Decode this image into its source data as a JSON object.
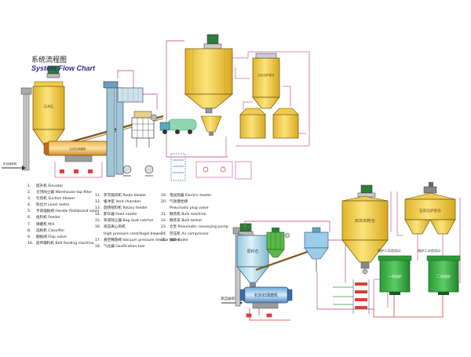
{
  "title_cn": "系统流程图",
  "title_en": "System Flow Chart",
  "legend_col1": [
    {
      "num": "1.",
      "text": "提升机 Elevator"
    },
    {
      "num": "2.",
      "text": "仓顶除尘器 Warehouse top filter"
    },
    {
      "num": "3.",
      "text": "引风机 Suction blower"
    },
    {
      "num": "4.",
      "text": "料位计 Level meter"
    },
    {
      "num": "5.",
      "text": "手动插板阀 Handle flashboard valve"
    },
    {
      "num": "6.",
      "text": "给料机 Feeder"
    },
    {
      "num": "7.",
      "text": "球磨机 Mill"
    },
    {
      "num": "8.",
      "text": "选粉机 Classifier"
    },
    {
      "num": "9.",
      "text": "翻板阀 Flap valve"
    },
    {
      "num": "10.",
      "text": "皮带输料机 Belt feeding machine"
    }
  ],
  "legend_col2": [
    {
      "num": "11.",
      "text": "罗茨鼓风机 Roots blower"
    },
    {
      "num": "12.",
      "text": "缓冲室 Vent chamber"
    },
    {
      "num": "13.",
      "text": "旋转给料机 Rotary feeder"
    },
    {
      "num": "14.",
      "text": "卸灰器 Feed nozzle"
    },
    {
      "num": "15.",
      "text": "布袋除尘器 Bag dust catcher"
    },
    {
      "num": "16.",
      "text": "高压离心风机"
    },
    {
      "num": "",
      "text": "High pressure centrifugal blower"
    },
    {
      "num": "17.",
      "text": "真空释放阀 Vacuum pressure release valve"
    },
    {
      "num": "18.",
      "text": "气化器 Gasification tool"
    }
  ],
  "legend_col3": [
    {
      "num": "19.",
      "text": "电加热器 Electric heater"
    },
    {
      "num": "20.",
      "text": "气动塞栓阀"
    },
    {
      "num": "",
      "text": "Pneumatic plug valve"
    },
    {
      "num": "21.",
      "text": "散装机 Bulk machine"
    },
    {
      "num": "22.",
      "text": "散装车 Bulk tanker"
    },
    {
      "num": "23.",
      "text": "仓泵 Pneumatic conveying pump"
    },
    {
      "num": "24.",
      "text": "空压机 Air compressor"
    },
    {
      "num": "25.",
      "text": "锅炉 Boiler"
    }
  ],
  "labels": {
    "lime_silo": "石灰石粉仓",
    "boiler_silo": "石灰石炉前仓",
    "raw_silo": "原料仓",
    "mill_label": "石灰石球磨机",
    "feed_in": "来自破碎机",
    "boiler1": "一号锅炉",
    "boiler2": "二号锅炉",
    "boiler1_inlet": "锅炉二次进风口",
    "boiler2_inlet": "锅炉二次进风口"
  },
  "colors": {
    "silo_yellow": "#f6d64a",
    "silo_blue": "#bfe2ee",
    "boiler_green": "#38b44a",
    "pipe_pink": "#d06aa0",
    "pipe_blue": "#4a7cc4",
    "pipe_red": "#d8413a",
    "mill_orange": "#e9a23a",
    "steel_grey": "#8a8a8a"
  }
}
